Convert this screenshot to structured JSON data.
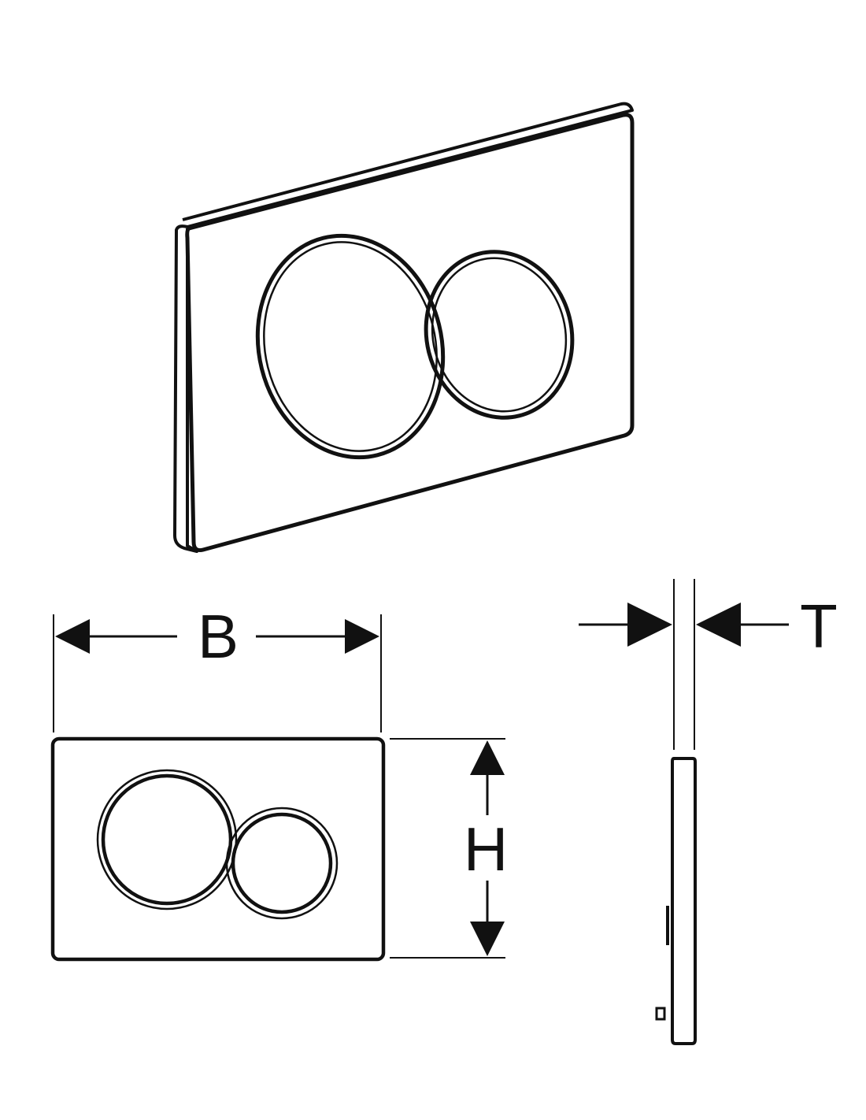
{
  "dimensions": {
    "width_label": "B",
    "height_label": "H",
    "thickness_label": "T"
  },
  "colors": {
    "line": "#111111",
    "background": "#ffffff"
  }
}
